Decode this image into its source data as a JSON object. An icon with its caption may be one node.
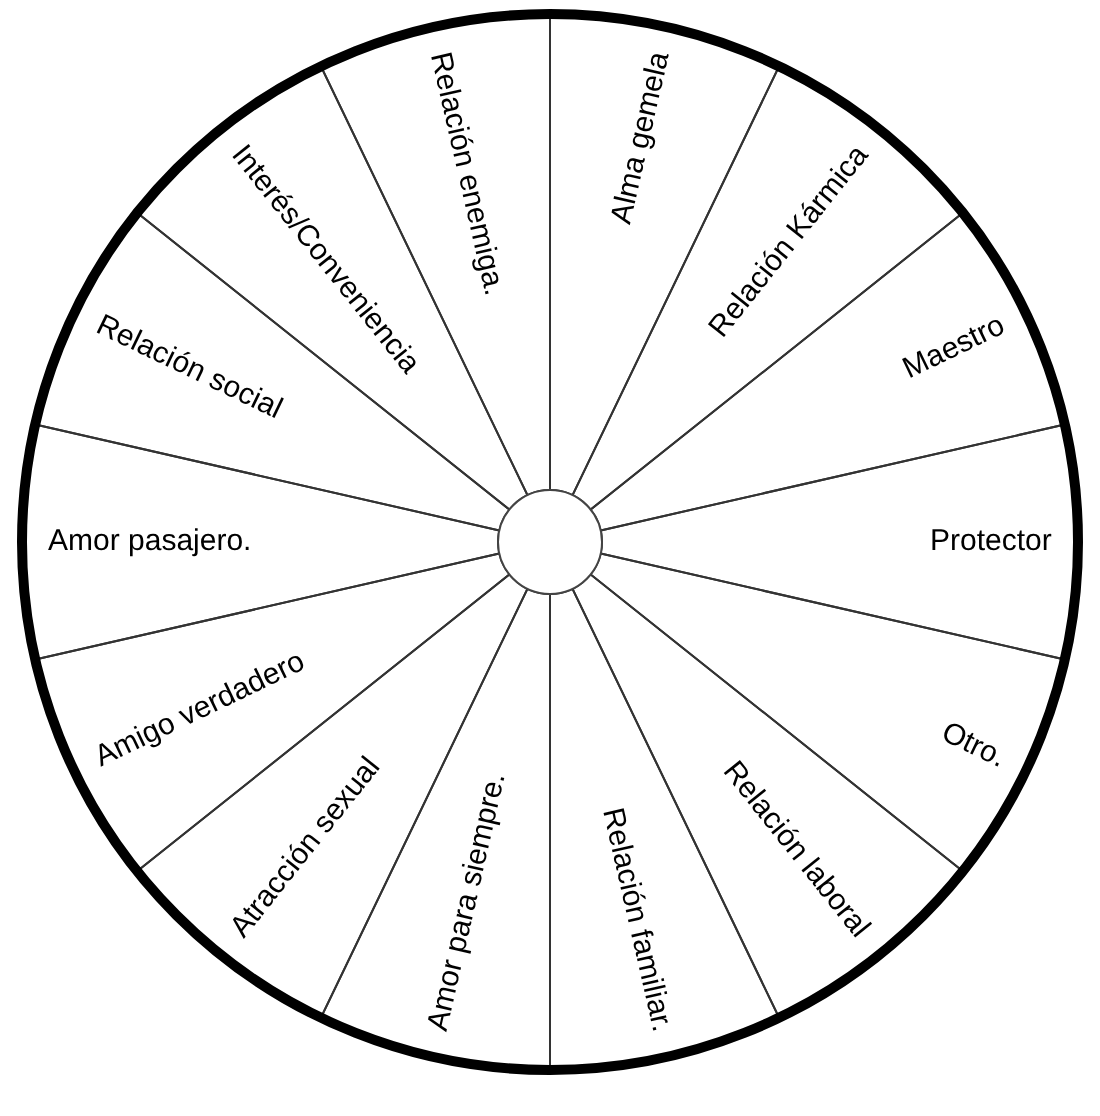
{
  "diagram": {
    "nodes": [
      {
        "text": [
          "Alma gemela"
        ]
      },
      {
        "text": [
          "Relación Kármica"
        ]
      },
      {
        "text": [
          "Maestro"
        ]
      },
      {
        "text": [
          "Protector"
        ]
      },
      {
        "text": [
          "Otro."
        ]
      },
      {
        "text": [
          "Relación laboral"
        ]
      },
      {
        "text": [
          "Relación familiar."
        ]
      },
      {
        "text": [
          "Amor para siempre."
        ]
      },
      {
        "text": [
          "Atracción sexual"
        ]
      },
      {
        "text": [
          "Amigo verdadero"
        ]
      },
      {
        "text": [
          "Amor pasajero."
        ]
      },
      {
        "text": [
          "Relación social"
        ]
      },
      {
        "text": [
          "Interés/Conveniencia"
        ]
      },
      {
        "text": [
          "Relación enemiga."
        ]
      }
    ]
  }
}
